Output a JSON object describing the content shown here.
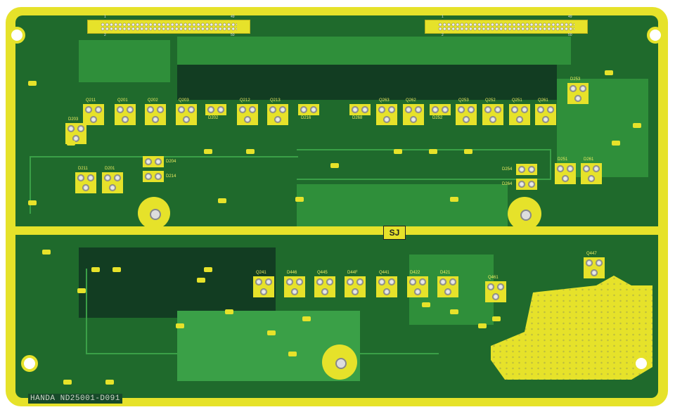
{
  "board": {
    "marking": "HANDA ND25001-D091",
    "stamp": "SJ",
    "colors": {
      "mask": "#1f6a2c",
      "copper": "#2f8f3a",
      "silk_pads": "#e6e22a"
    }
  },
  "connectors": [
    {
      "pin_first": "1",
      "pin_last": "49",
      "pin_second_row": "2",
      "pin_last_row": "50"
    },
    {
      "pin_first": "1",
      "pin_last": "49",
      "pin_second_row": "2",
      "pin_last_row": "50"
    }
  ],
  "components": [
    "Q211",
    "Q201",
    "Q202",
    "Q203",
    "D202",
    "Q212",
    "Q213",
    "D216",
    "D268",
    "Q263",
    "Q262",
    "D252",
    "Q253",
    "Q252",
    "Q251",
    "Q261",
    "D253",
    "D203",
    "D204",
    "D214",
    "D211",
    "D201",
    "D254",
    "D264",
    "D251",
    "D261",
    "Q241",
    "D446",
    "Q445",
    "D44F",
    "Q441",
    "D422",
    "D421",
    "Q461",
    "Q447"
  ]
}
